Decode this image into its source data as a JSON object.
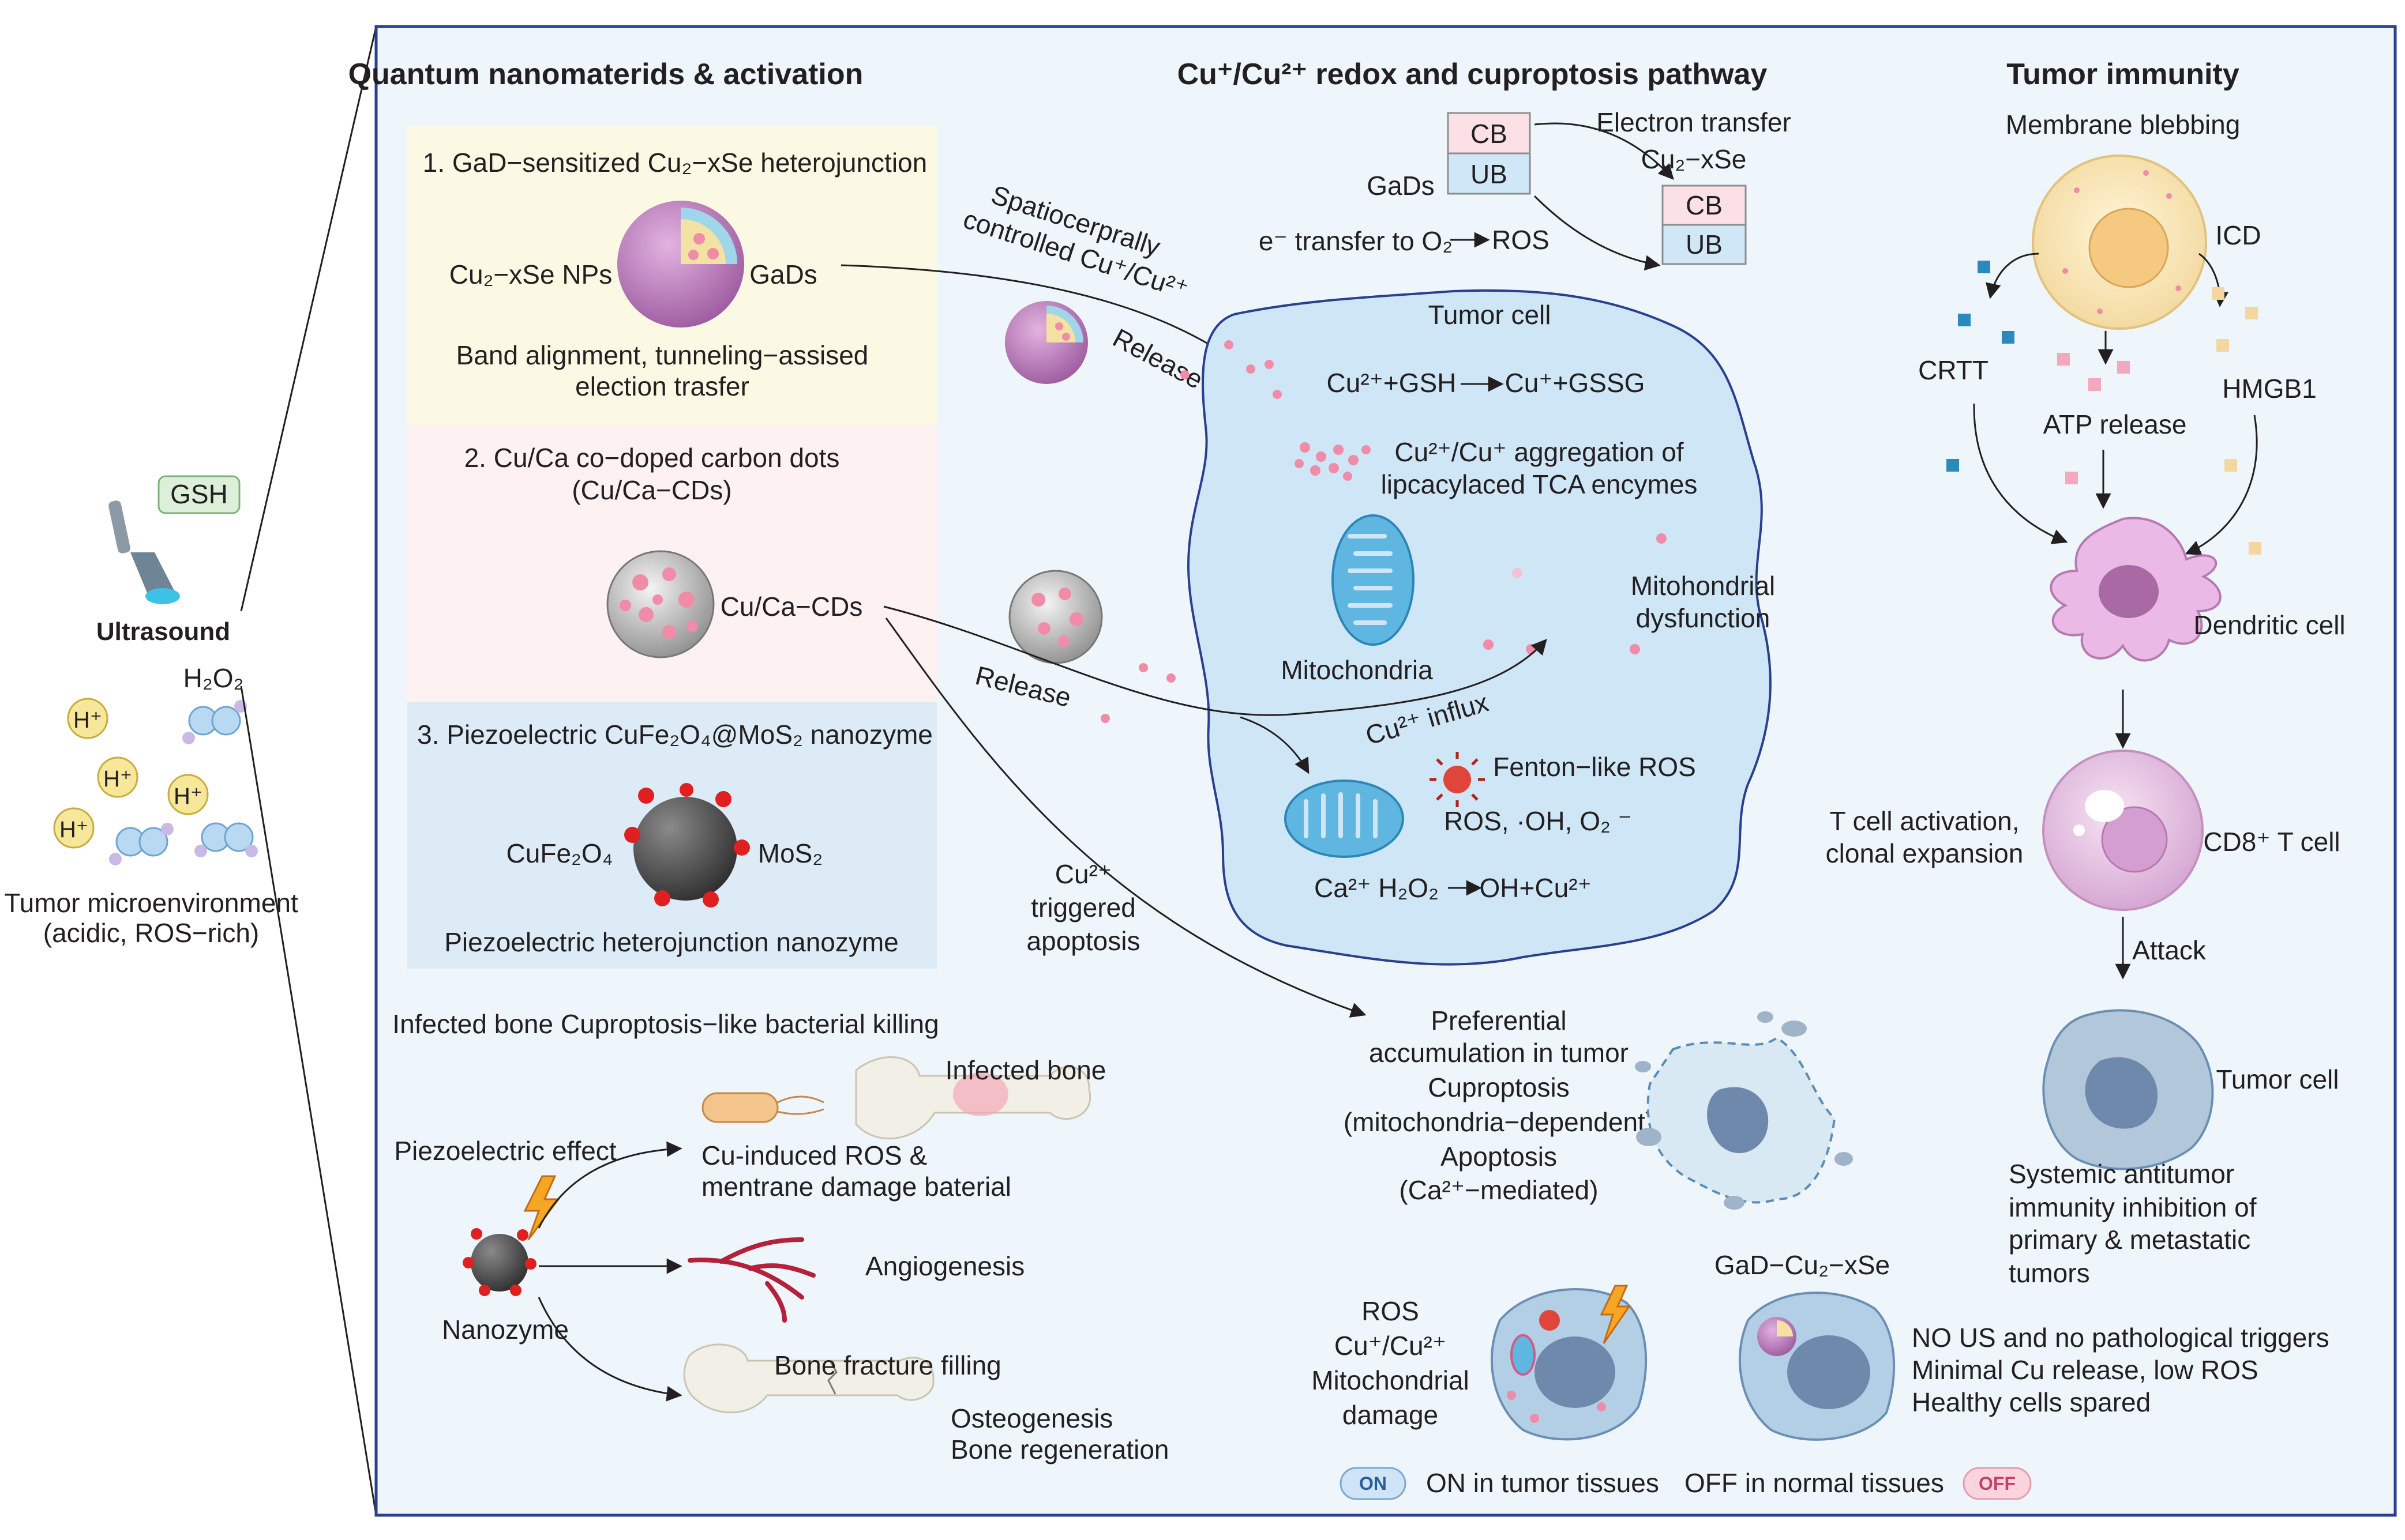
{
  "left": {
    "gsh_label": "GSH",
    "ultrasound_label": "Ultrasound",
    "h2o2_label": "H₂O₂",
    "h_label": "H⁺",
    "tme_line1": "Tumor microenvironment",
    "tme_line2": "(acidic, ROS−rich)"
  },
  "section1": {
    "title": "Quantum nanomaterids & activation",
    "box1_title": "1. GaD−sensitized Cu₂−xSe heterojunction",
    "box1_left": "Cu₂−xSe NPs",
    "box1_right": "GaDs",
    "box1_line1": "Band alignment, tunneling−assised",
    "box1_line2": "election trasfer",
    "box2_line1": "2. Cu/Ca co−doped carbon dots",
    "box2_line2": "(Cu/Ca−CDs)",
    "box2_label": "Cu/Ca−CDs",
    "box3_title": "3. Piezoelectric CuFe₂O₄@MoS₂ nanozyme",
    "box3_left": "CuFe₂O₄",
    "box3_right": "MoS₂",
    "box3_caption": "Piezoelectric heterojunction nanozyme"
  },
  "bone": {
    "title": "Infected bone Cuproptosis−like bacterial killing",
    "piezo": "Piezoelectric effect",
    "nanozyme": "Nanozyme",
    "infected_bone": "Infected bone",
    "ros_line1": "Cu-induced ROS &",
    "ros_line2": "mentrane damage baterial",
    "angiogenesis": "Angiogenesis",
    "fracture": "Bone fracture filling",
    "osteo1": "Osteogenesis",
    "osteo2": "Bone regeneration"
  },
  "middle": {
    "title": "Cu⁺/Cu²⁺ redox and cuproptosis pathway",
    "cb": "CB",
    "ub": "UB",
    "gads": "GaDs",
    "electron_transfer": "Electron transfer",
    "cu2xse": "Cu₂−xSe",
    "e_transfer": "e⁻ transfer to O₂",
    "ros": "ROS",
    "spatio1": "Spatiocerprally",
    "spatio2": "controlled Cu⁺/Cu²⁺",
    "release": "Release",
    "tumor_cell": "Tumor cell",
    "rxn1_left": "Cu²⁺+GSH",
    "rxn1_right": "Cu⁺+GSSG",
    "agg1": "Cu²⁺/Cu⁺ aggregation of",
    "agg2": "lipcacylaced TCA encymes",
    "mitochondria": "Mitochondria",
    "dys1": "Mitohondrial",
    "dys2": "dysfunction",
    "influx": "Cu²⁺ influx",
    "fenton": "Fenton−like ROS",
    "ros_list": "ROS, ·OH, O₂ ⁻",
    "ca_rxn_left": "Ca²⁺ H₂O₂",
    "ca_rxn_right": "·OH+Cu²⁺",
    "cu_trig1": "Cu²⁺",
    "cu_trig2": "triggered",
    "cu_trig3": "apoptosis",
    "pref1": "Preferential",
    "pref2": "accumulation in tumor",
    "pref3": "Cuproptosis",
    "pref4": "(mitochondria−dependent)",
    "pref5": "Apoptosis",
    "pref6": "(Ca²⁺−mediated)",
    "on_ros": "ROS",
    "on_cu": "Cu⁺/Cu²⁺",
    "on_mito1": "Mitochondrial",
    "on_mito2": "damage",
    "gad_cu": "GaD−Cu₂−xSe",
    "off1": "NO US and no pathological triggers",
    "off2": "Minimal Cu release, low ROS",
    "off3": "Healthy cells spared",
    "on_badge": "ON",
    "on_text": "ON in tumor tissues",
    "off_text": "OFF in normal tissues",
    "off_badge": "OFF"
  },
  "right": {
    "title": "Tumor immunity",
    "blebbing": "Membrane blebbing",
    "icd": "ICD",
    "crtt": "CRTT",
    "atp": "ATP release",
    "hmgb1": "HMGB1",
    "dendritic": "Dendritic cell",
    "tcell1": "T cell activation,",
    "tcell2": "clonal expansion",
    "cd8": "CD8⁺ T cell",
    "attack": "Attack",
    "tumor_cell": "Tumor cell",
    "sys1": "Systemic antitumor",
    "sys2": "immunity inhibition of",
    "sys3": "primary & metastatic",
    "sys4": "tumors"
  },
  "colors": {
    "frame": "#2b3f8f",
    "main_panel": "#eef6fb",
    "box1": "#fbf9e4",
    "box2": "#fdf1f1",
    "box3": "#dcebf6",
    "tumor_cell_fill": "#cfe6f7",
    "mito": "#5fb6e0",
    "copper_dot": "#f08ca8",
    "cb_box": "#fbe1e6",
    "ub_box": "#cfe7f7",
    "gsh_box": "#dcefd9",
    "h_bubble": "#f6e79a",
    "on_badge": "#cfe4f6",
    "off_badge": "#fbd4de"
  }
}
